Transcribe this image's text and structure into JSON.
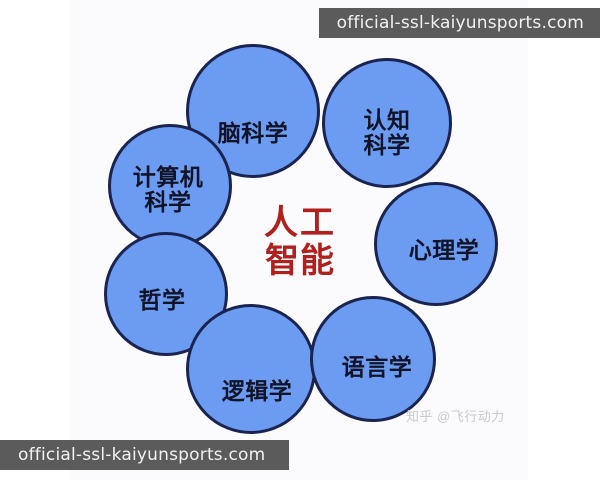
{
  "diagram": {
    "title_center": {
      "line1": "人工",
      "line2": "智能"
    },
    "center_color": "#b1201c",
    "circle_fill": "#6b9cf2",
    "circle_stroke": "#1b2450",
    "panel_background": "#fbfafc",
    "circles": [
      {
        "id": "brain-science",
        "label": "脑科学",
        "position": "top"
      },
      {
        "id": "cognitive-science",
        "label": "认知\n科学",
        "position": "top-right"
      },
      {
        "id": "computer-science",
        "label": "计算机\n科学",
        "position": "left"
      },
      {
        "id": "psychology",
        "label": "心理学",
        "position": "right"
      },
      {
        "id": "philosophy",
        "label": "哲学",
        "position": "bottom-left"
      },
      {
        "id": "logic",
        "label": "逻辑学",
        "position": "bottom"
      },
      {
        "id": "linguistics",
        "label": "语言学",
        "position": "bottom-right"
      }
    ]
  },
  "watermarks": {
    "top": "official-ssl-kaiyunsports.com",
    "bottom": "official-ssl-kaiyunsports.com",
    "attribution": "知乎 @飞行动力",
    "bar_color": "#5b5b5b"
  }
}
